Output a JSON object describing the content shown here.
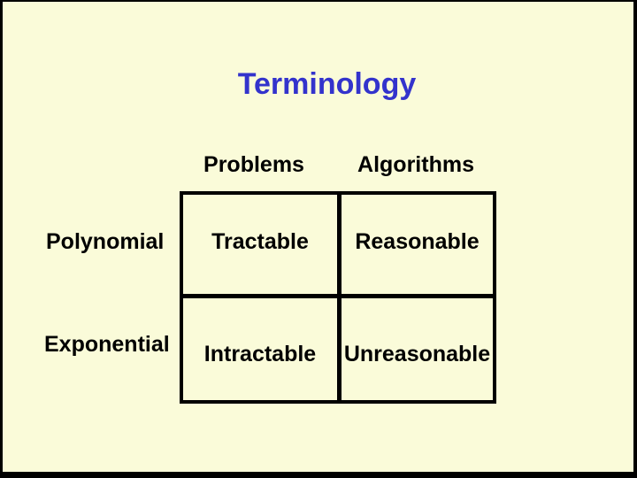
{
  "title": "Terminology",
  "table": {
    "column_headers": [
      "Problems",
      "Algorithms"
    ],
    "row_headers": [
      "Polynomial",
      "Exponential"
    ],
    "cells": [
      [
        "Tractable",
        "Reasonable"
      ],
      [
        "Intractable",
        "Unreasonable"
      ]
    ]
  },
  "colors": {
    "frame": "#000000",
    "slide_background": "#FAFBD9",
    "title_text": "#3333CC",
    "body_text": "#000000",
    "grid_border": "#000000"
  }
}
